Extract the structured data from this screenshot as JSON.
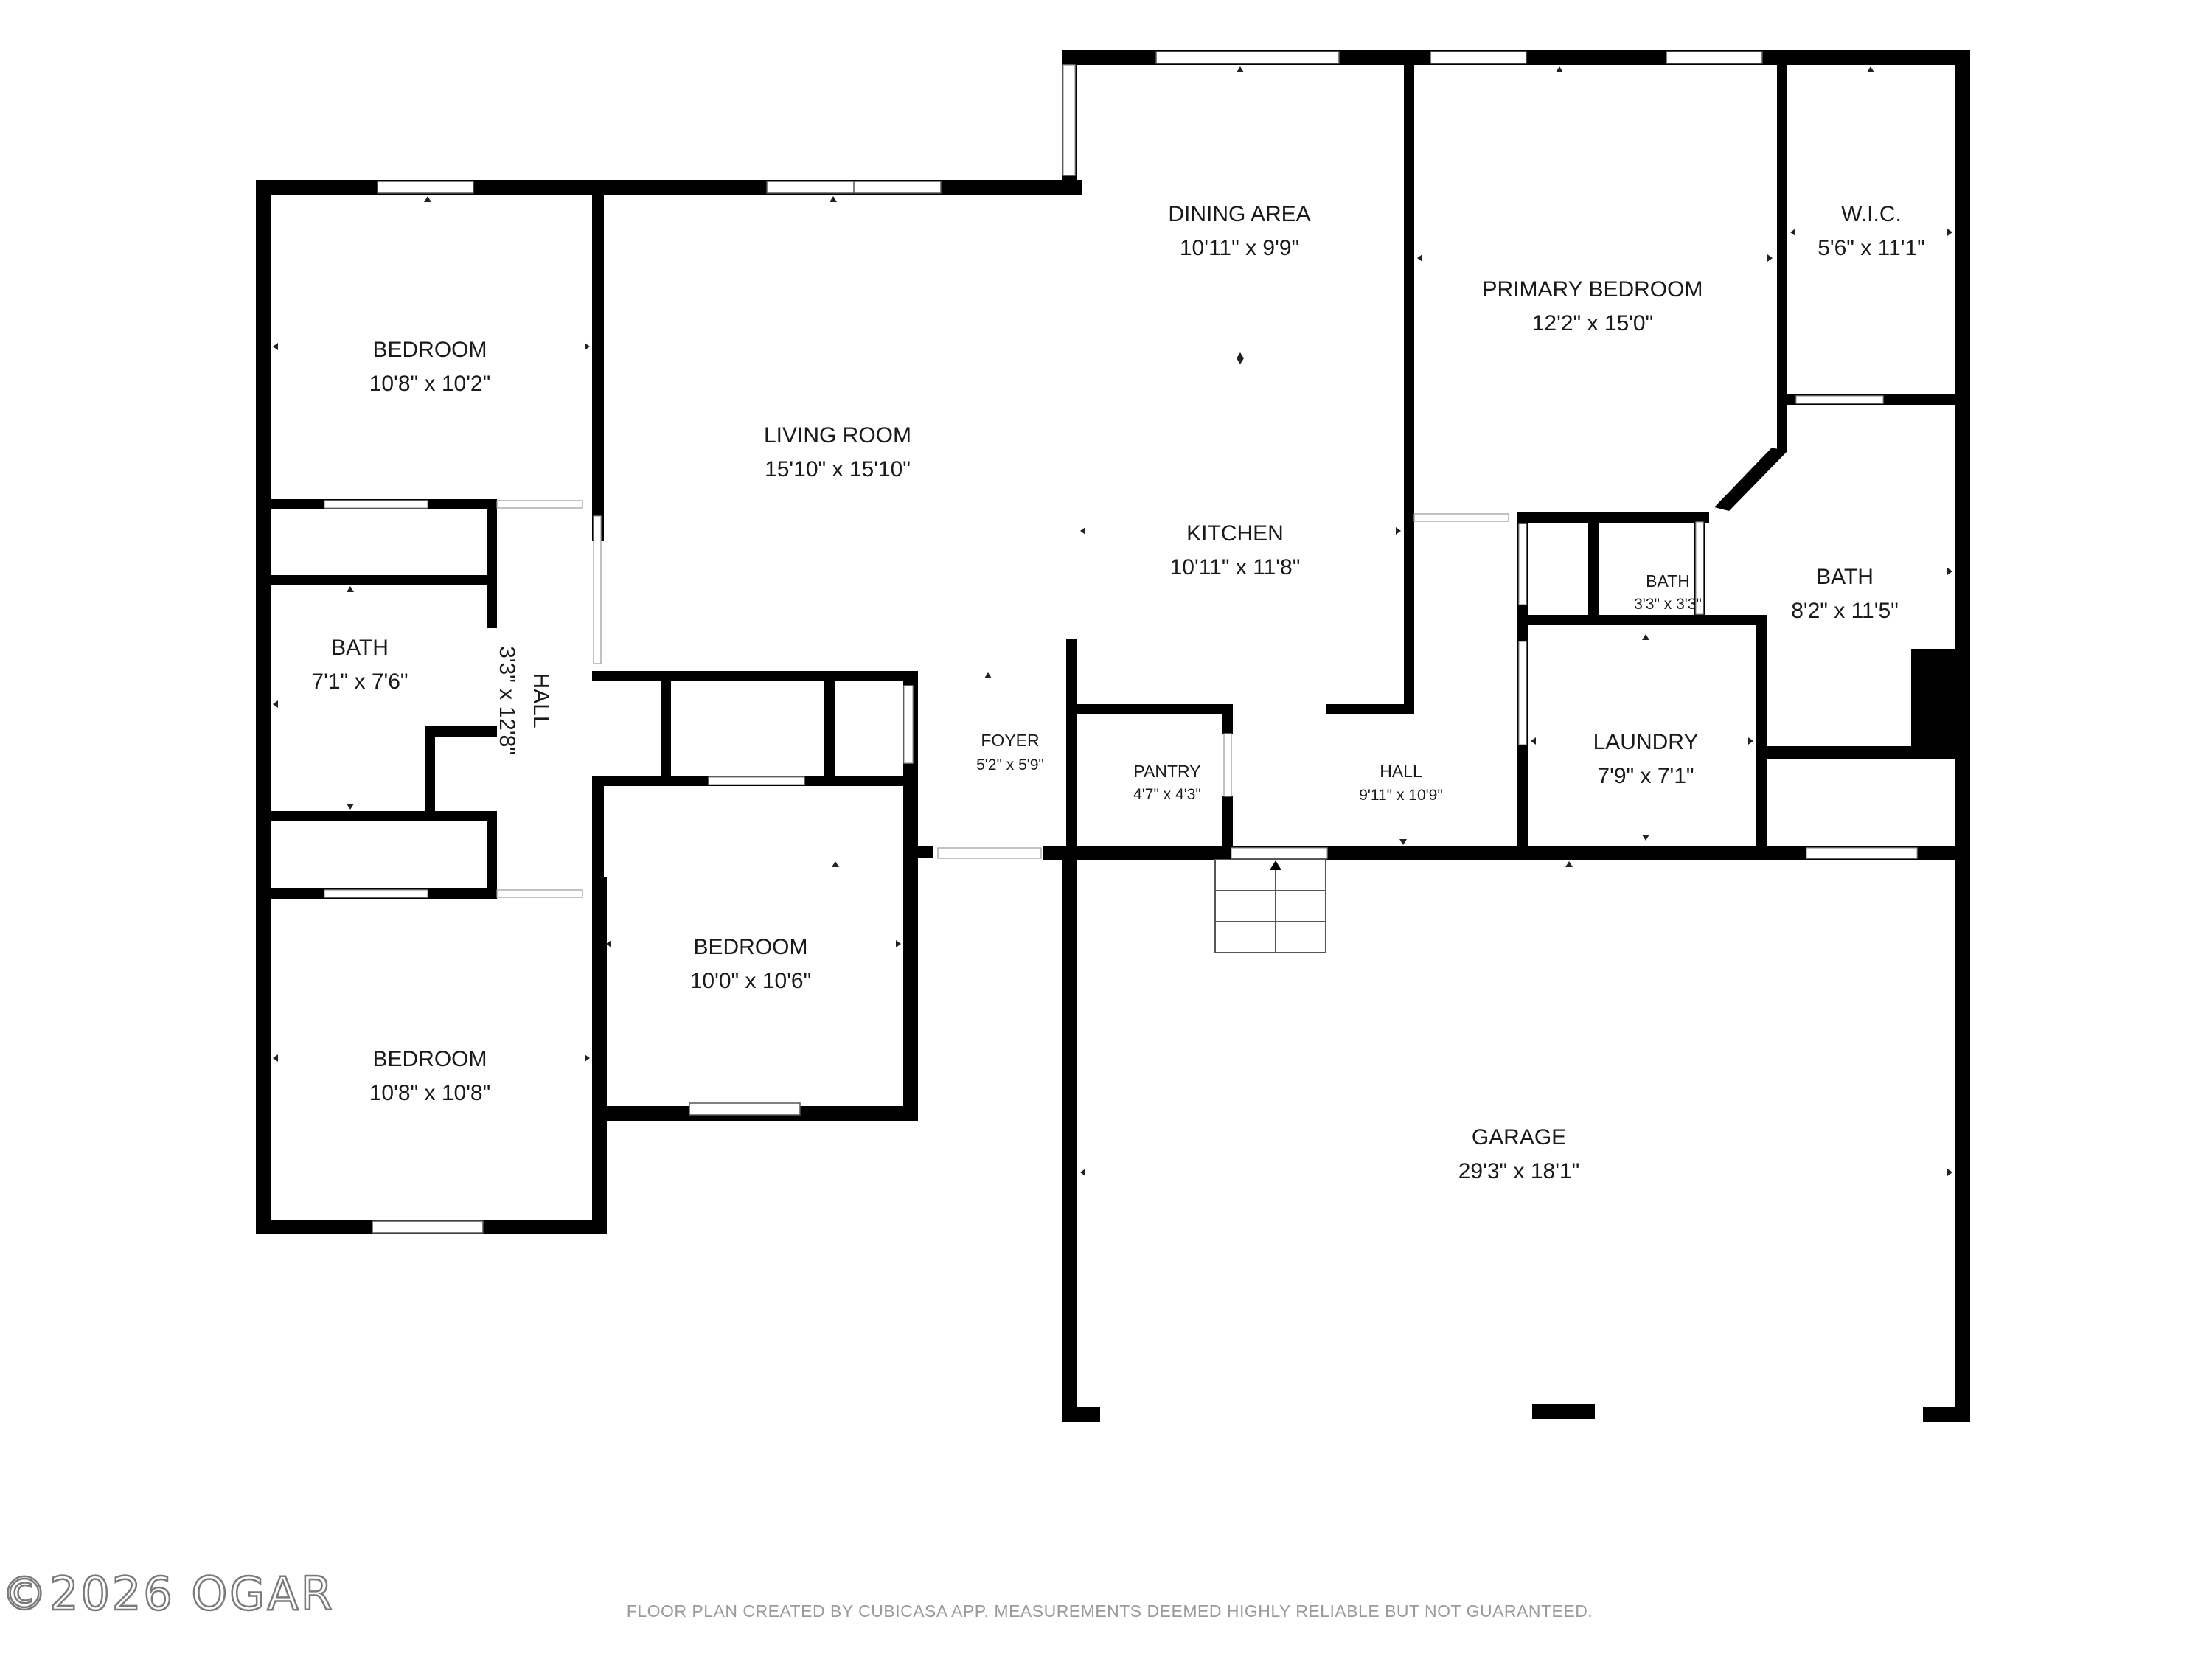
{
  "rooms": {
    "bedroom_nw": {
      "name": "BEDROOM",
      "dims": "10'8\" x 10'2\""
    },
    "living_room": {
      "name": "LIVING ROOM",
      "dims": "15'10\" x 15'10\""
    },
    "dining_area": {
      "name": "DINING AREA",
      "dims": "10'11\" x 9'9\""
    },
    "primary_bedroom": {
      "name": "PRIMARY BEDROOM",
      "dims": "12'2\" x 15'0\""
    },
    "wic": {
      "name": "W.I.C.",
      "dims": "5'6\" x 11'1\""
    },
    "kitchen": {
      "name": "KITCHEN",
      "dims": "10'11\" x 11'8\""
    },
    "bath_small": {
      "name": "BATH",
      "dims": "3'3\" x 3'3\""
    },
    "bath_primary": {
      "name": "BATH",
      "dims": "8'2\" x 11'5\""
    },
    "bath_west": {
      "name": "BATH",
      "dims": "7'1\" x 7'6\""
    },
    "hall_west": {
      "name": "HALL",
      "dims": "3'3\" x 12'8\""
    },
    "foyer": {
      "name": "FOYER",
      "dims": "5'2\" x 5'9\""
    },
    "pantry": {
      "name": "PANTRY",
      "dims": "4'7\" x 4'3\""
    },
    "hall_east": {
      "name": "HALL",
      "dims": "9'11\" x 10'9\""
    },
    "laundry": {
      "name": "LAUNDRY",
      "dims": "7'9\" x 7'1\""
    },
    "bedroom_mid": {
      "name": "BEDROOM",
      "dims": "10'0\" x 10'6\""
    },
    "bedroom_sw": {
      "name": "BEDROOM",
      "dims": "10'8\" x 10'8\""
    },
    "garage": {
      "name": "GARAGE",
      "dims": "29'3\" x 18'1\""
    }
  },
  "footer": {
    "copyright": "©2026 OGAR",
    "disclaimer": "FLOOR PLAN CREATED BY CUBICASA APP. MEASUREMENTS DEEMED HIGHLY RELIABLE BUT NOT GUARANTEED."
  },
  "colors": {
    "wall": "#000000",
    "background": "#ffffff",
    "footer_text": "#9a9a9a"
  }
}
